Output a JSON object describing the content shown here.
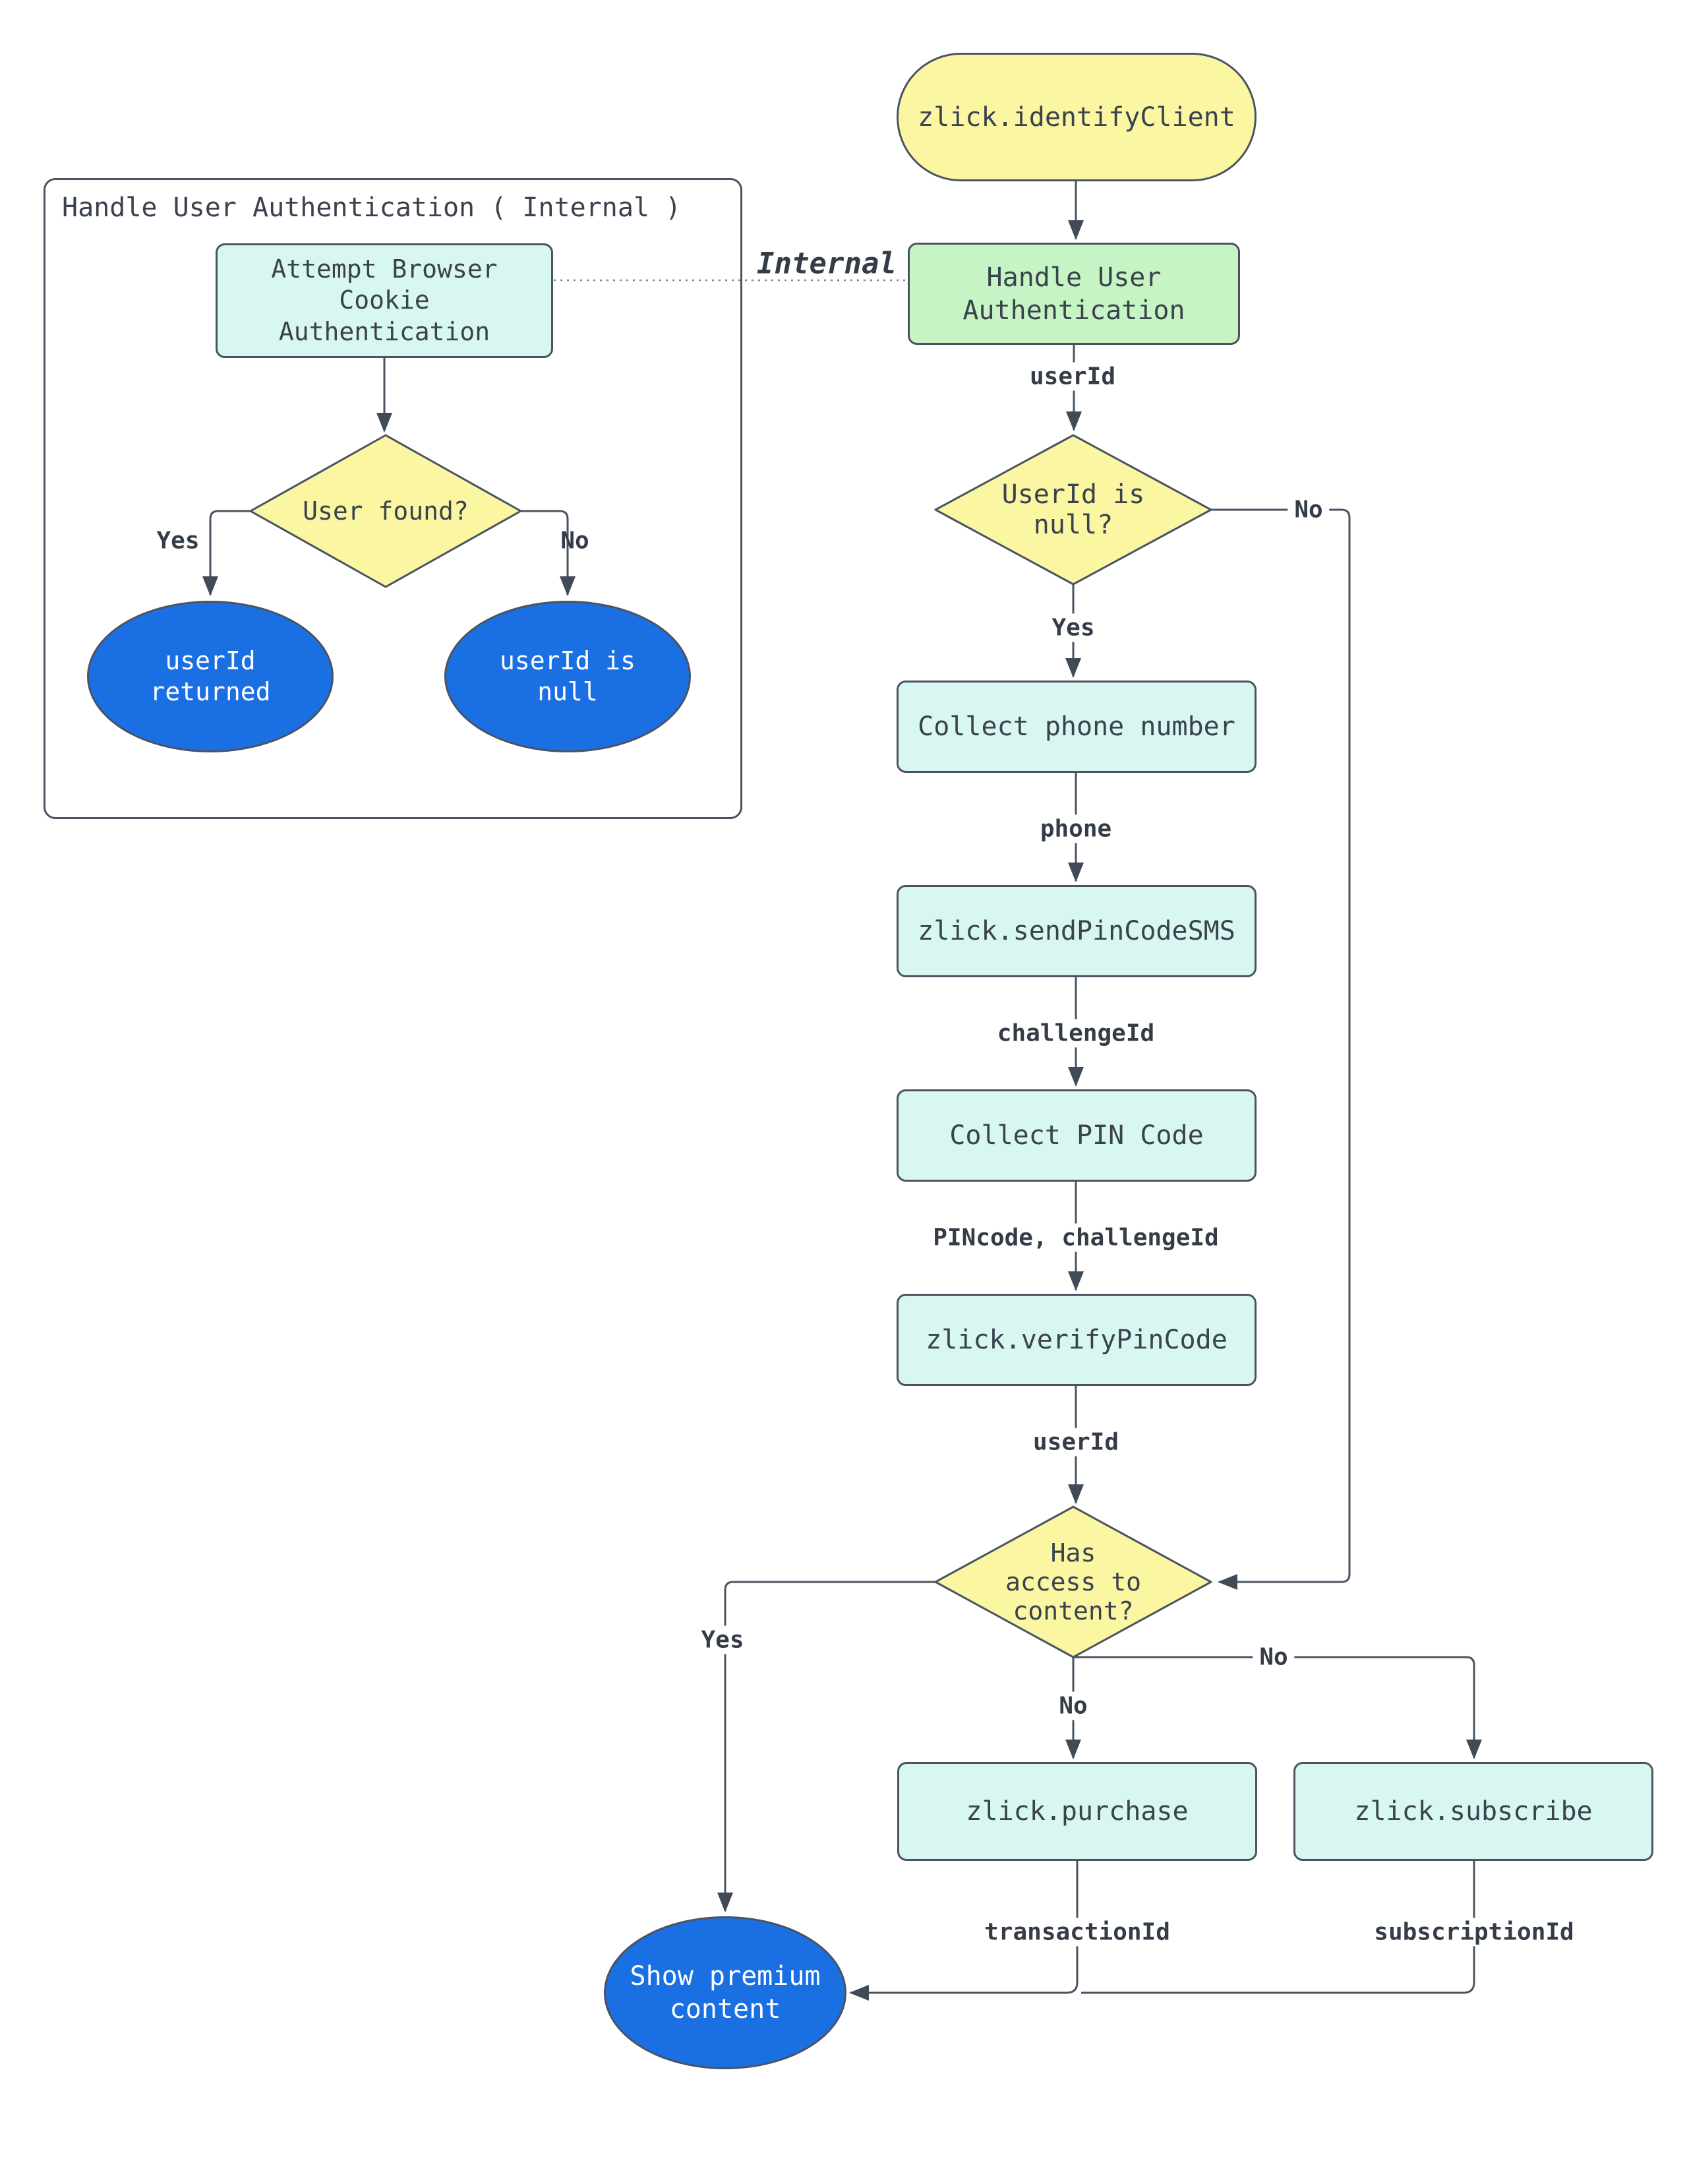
{
  "colors": {
    "yellow": "#FBF6A2",
    "cyan": "#D8F7F0",
    "green": "#C6F4C4",
    "blue": "#1A6FE3",
    "stroke": "#4A5361",
    "arrow": "#414A57",
    "text": "#3A424E",
    "label": "#343C48",
    "dotted": "#80858C"
  },
  "container": {
    "title": "Handle User Authentication ( Internal )"
  },
  "nodes": {
    "start": "zlick.identifyClient",
    "attempt": "Attempt Browser\nCookie\nAuthentication",
    "user_found": "User found?",
    "userid_returned": "userId\nreturned",
    "userid_is_null": "userId is\nnull",
    "handle_auth": "Handle User\nAuthentication",
    "userid_null_q": "UserId is\nnull?",
    "collect_phone": "Collect phone number",
    "send_pin": "zlick.sendPinCodeSMS",
    "collect_pin": "Collect PIN Code",
    "verify_pin": "zlick.verifyPinCode",
    "has_access": "Has\naccess to\ncontent?",
    "purchase": "zlick.purchase",
    "subscribe": "zlick.subscribe",
    "premium": "Show premium\ncontent"
  },
  "edge_labels": {
    "internal": "Internal",
    "user_found_yes": "Yes",
    "user_found_no": "No",
    "handle_auth_out": "userId",
    "userid_null_yes": "Yes",
    "userid_null_no": "No",
    "phone": "phone",
    "challenge_id": "challengeId",
    "pincode_challengeid": "PINcode, challengeId",
    "verify_out": "userId",
    "has_access_yes": "Yes",
    "has_access_no_down": "No",
    "has_access_no_right": "No",
    "transaction_id": "transactionId",
    "subscription_id": "subscriptionId"
  }
}
